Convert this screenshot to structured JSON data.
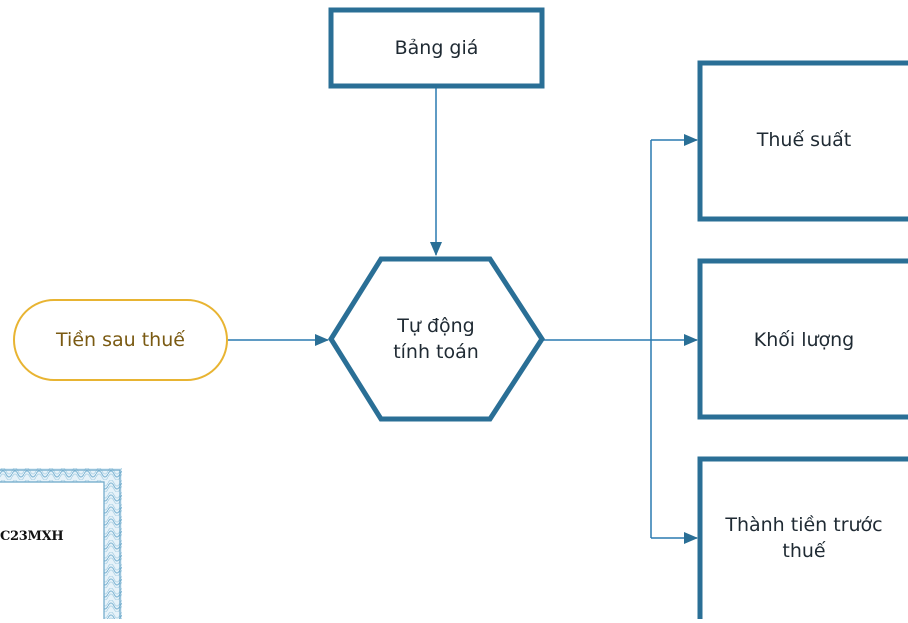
{
  "nodes": {
    "price_table": "Bảng giá",
    "after_tax": "Tiền sau thuế",
    "auto_calc": [
      "Tự động",
      "tính toán"
    ],
    "tax_rate": "Thuế suất",
    "quantity": "Khối lượng",
    "pre_tax_amount": [
      "Thành tiền trước",
      "thuế"
    ]
  },
  "document_fragment": {
    "code": "C23MXH"
  },
  "colors": {
    "box_stroke": "#2a6f96",
    "connector": "#2a7ab0",
    "terminal_stroke": "#e8b432",
    "text": "#1f2a33",
    "terminal_text": "#7a5a12",
    "certificate_border": "#8fc1da"
  }
}
